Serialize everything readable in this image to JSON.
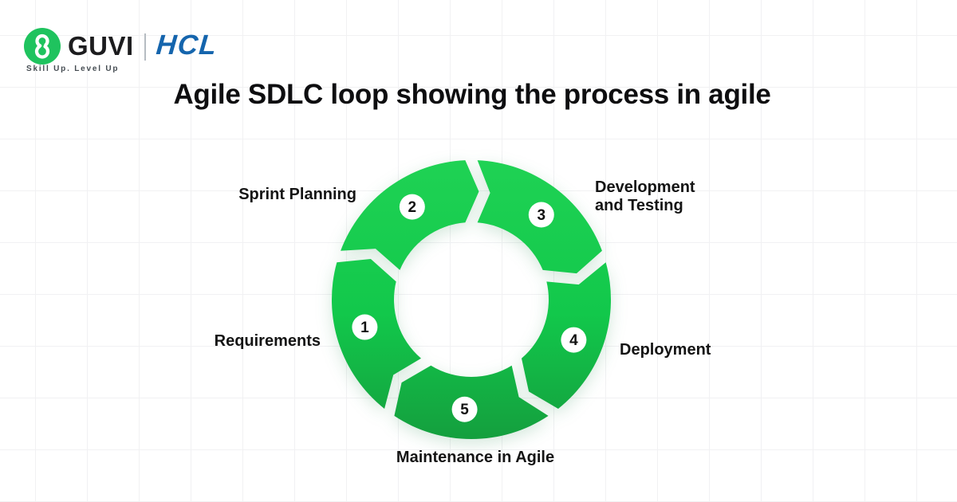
{
  "header": {
    "brand": "GUVI",
    "partner": "HCL",
    "tagline": "Skill Up. Level Up",
    "colors": {
      "guvi_green": "#1fc35e",
      "hcl_blue": "#1565ad"
    }
  },
  "title": "Agile SDLC loop showing the process in agile",
  "diagram": {
    "type": "cycle",
    "flow": "clockwise",
    "steps": [
      {
        "number": "1",
        "label": "Requirements"
      },
      {
        "number": "2",
        "label": "Sprint Planning"
      },
      {
        "number": "3",
        "label": "Development and Testing"
      },
      {
        "number": "4",
        "label": "Deployment"
      },
      {
        "number": "5",
        "label": "Maintenance in Agile"
      }
    ],
    "colors": {
      "ring_gradient_top": "#1fd254",
      "ring_gradient_mid": "#12c84b",
      "ring_gradient_bottom": "#149f3e",
      "step_circle_fill": "#ffffff",
      "step_number_color": "#111111"
    }
  }
}
